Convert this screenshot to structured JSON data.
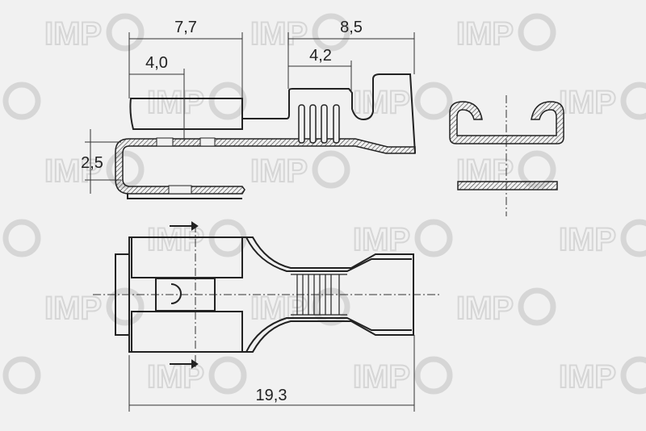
{
  "watermark": "IMP",
  "dimensions": {
    "top_left": "7,7",
    "top_right": "8,5",
    "inner_left": "4,0",
    "inner_right": "4,2",
    "height": "2,5",
    "total_length": "19,3"
  },
  "colors": {
    "background": "#f1f1f1",
    "line": "#222222",
    "watermark": "#d6d6d6"
  }
}
